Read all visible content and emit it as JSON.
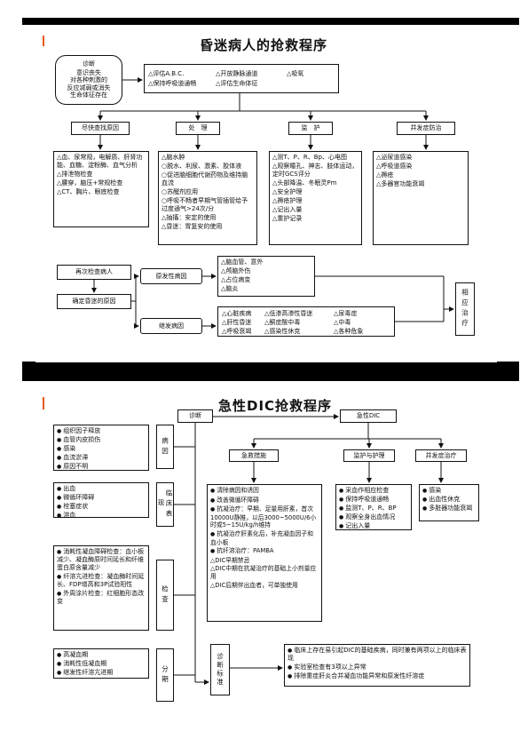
{
  "coma": {
    "title": "昏迷病人的抢救程序",
    "diagnosis": {
      "label": "诊断",
      "lines": [
        "意识丧失",
        "对各种刺激的",
        "反应减弱或消失",
        "生命体征存在"
      ]
    },
    "first_aid": [
      "△评估A.B.C.",
      "△开放静脉通道",
      "△吸氧",
      "△保持呼吸道通畅",
      "△评估生命体征"
    ],
    "categories": [
      "尽快查找原因",
      "处　理",
      "监　护",
      "并发症防治"
    ],
    "find_cause": [
      "△血、尿常规，电解质、肝肾功能、血糖、淀粉酶、血气分析",
      "△排泄物检查",
      "△腰穿，脑压+常规检查",
      "△CT、胸片、眼底检查"
    ],
    "treatment": [
      "△脑水肿",
      "○脱水、利尿、激素、胶体液",
      "○促进脑细胞代谢药物及维持脑血流",
      "○苏醒剂应用",
      "○呼吸不畅者早期气管插管给予过度通气>24次/分",
      "△抽搐：安定的使用",
      "△昏迷：胃复安的使用"
    ],
    "monitor": [
      "△测T、P、R、Bp、心电图",
      "△观察瞳孔、神志、肢体运动，定时GCS评分",
      "△头部降温、冬眠灵Pm",
      "△安全护理",
      "△褥疮护理",
      "△记出入量",
      "△重护记录"
    ],
    "complication": [
      "△泌尿道感染",
      "△呼吸道感染",
      "△褥疮",
      "△多器官功能衰竭"
    ],
    "recheck": "再次检查病人",
    "confirm": "确定昏迷的原因",
    "primary": "原发性病因",
    "primary_list": [
      "△脑血管、意外",
      "△颅脑外伤",
      "△占位病变",
      "△脑炎"
    ],
    "secondary": "继发病因",
    "secondary_list": [
      "△心脏疾病",
      "△低渗高渗性昏迷",
      "△尿毒症",
      "△肝性昏迷",
      "△酮症酸中毒",
      "△中毒",
      "△呼吸衰竭",
      "△感染性休克",
      "△各种危象"
    ],
    "treat": "相应治疗"
  },
  "dic": {
    "title": "急性DIC抢救程序",
    "diagnosis": "诊断",
    "acute": "急性DIC",
    "sections": [
      "病因",
      "临床表现",
      "检查",
      "分期"
    ],
    "causes": [
      "组织因子释放",
      "血管内皮损伤",
      "感染",
      "血流淤滞",
      "原因不明"
    ],
    "clinical": [
      "出血",
      "微循环障碍",
      "栓塞症状",
      "溶血"
    ],
    "exams": [
      "消耗性凝血障碍检查：血小板减少、凝血酶原时间延长和纤维蛋白原含量减少",
      "纤溶亢进检查：凝血酶时间延长、FDP增高和3P试验阳性",
      "外周涂片检查：红细胞形态改变"
    ],
    "stages": [
      "高凝血期",
      "消耗性低凝血期",
      "继发性纤溶亢进期"
    ],
    "branches": [
      "急救措施",
      "监护与护理",
      "并发症治疗"
    ],
    "rescue": [
      "清除病因和诱因",
      "改善微循环障碍",
      "抗凝治疗：早期、足量用肝素，首次10000U静推，以后3000~5000U/6小时或5~15U/kg/h维持",
      "抗凝治疗肝素化后，补充凝血因子和血小板",
      "抗纤溶治疗：PAMBA",
      "△DIC早期禁忌",
      "△DIC中期在抗凝治疗的基础上小剂量应用",
      "△DIC后期伴出血者，可单独使用"
    ],
    "care": [
      "采血作相应检查",
      "保持呼吸道通畅",
      "监测T、P、R、BP",
      "观察全身出血情况",
      "记出入量"
    ],
    "comp": [
      "感染",
      "出血性休克",
      "多脏器功能衰竭"
    ],
    "criteria_label": "诊断标准",
    "criteria": [
      "临床上存在易引起DIC的基础疾病，同时兼有两项以上的临床表现",
      "实验室检查有3项以上异常",
      "排除重症肝炎合并凝血功能异常和原发性纤溶症"
    ]
  }
}
